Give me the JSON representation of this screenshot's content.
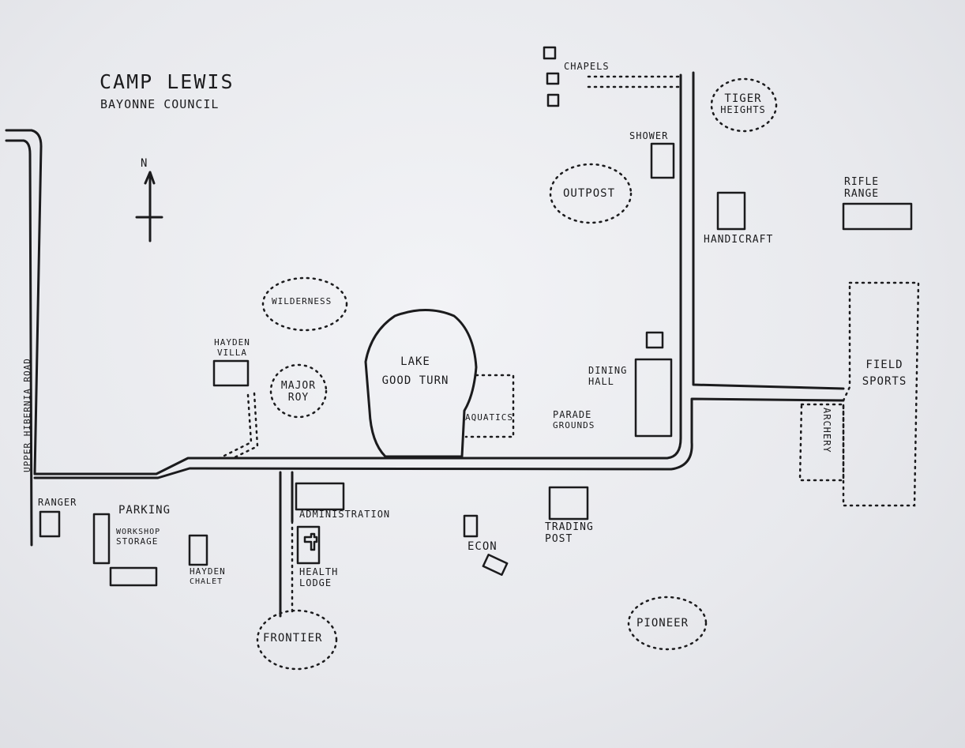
{
  "title": "CAMP LEWIS",
  "subtitle": "BAYONNE COUNCIL",
  "north": "N",
  "road_name": "UPPER HIBERNIA ROAD",
  "labels": {
    "chapels": "CHAPELS",
    "tiger_1": "TIGER",
    "tiger_2": "HEIGHTS",
    "shower": "SHOWER",
    "outpost": "OUTPOST",
    "rifle_1": "RIFLE",
    "rifle_2": "RANGE",
    "handicraft": "HANDICRAFT",
    "wilderness": "WILDERNESS",
    "hayden_villa_1": "HAYDEN",
    "hayden_villa_2": "VILLA",
    "major_1": "MAJOR",
    "major_2": "ROY",
    "lake_1": "LAKE",
    "lake_2": "GOOD TURN",
    "aquatics": "AQUATICS",
    "dining_1": "DINING",
    "dining_2": "HALL",
    "parade_1": "PARADE",
    "parade_2": "GROUNDS",
    "field_1": "FIELD",
    "field_2": "SPORTS",
    "archery": "ARCHERY",
    "ranger": "RANGER",
    "parking": "PARKING",
    "workshop_1": "WORKSHOP",
    "workshop_2": "STORAGE",
    "hayden_chalet_1": "HAYDEN",
    "hayden_chalet_2": "CHALET",
    "administration": "ADMINISTRATION",
    "health_1": "HEALTH",
    "health_2": "LODGE",
    "econ": "ECON",
    "trading_1": "TRADING",
    "trading_2": "POST",
    "frontier": "FRONTIER",
    "pioneer": "PIONEER"
  },
  "colors": {
    "ink": "#1b1b1d",
    "paper": "#eceef1"
  }
}
